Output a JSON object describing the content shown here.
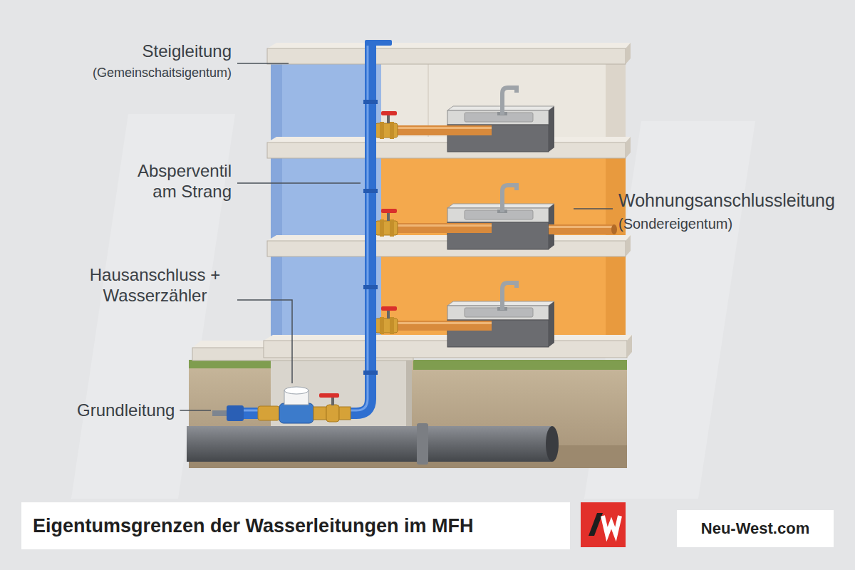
{
  "diagram": {
    "title": "Eigentumsgrenzen der Wasserleitungen im MFH",
    "labels": [
      "Steigleitung",
      "(Gemeinschaitsigentum)",
      "Absperventil am Strang",
      "Hausanschluss + Wasserzähler",
      "Grundleitung",
      "Wohnungsanschlussleitung",
      "(Sondereigentum)",
      "Neu-West.com"
    ]
  }
}
